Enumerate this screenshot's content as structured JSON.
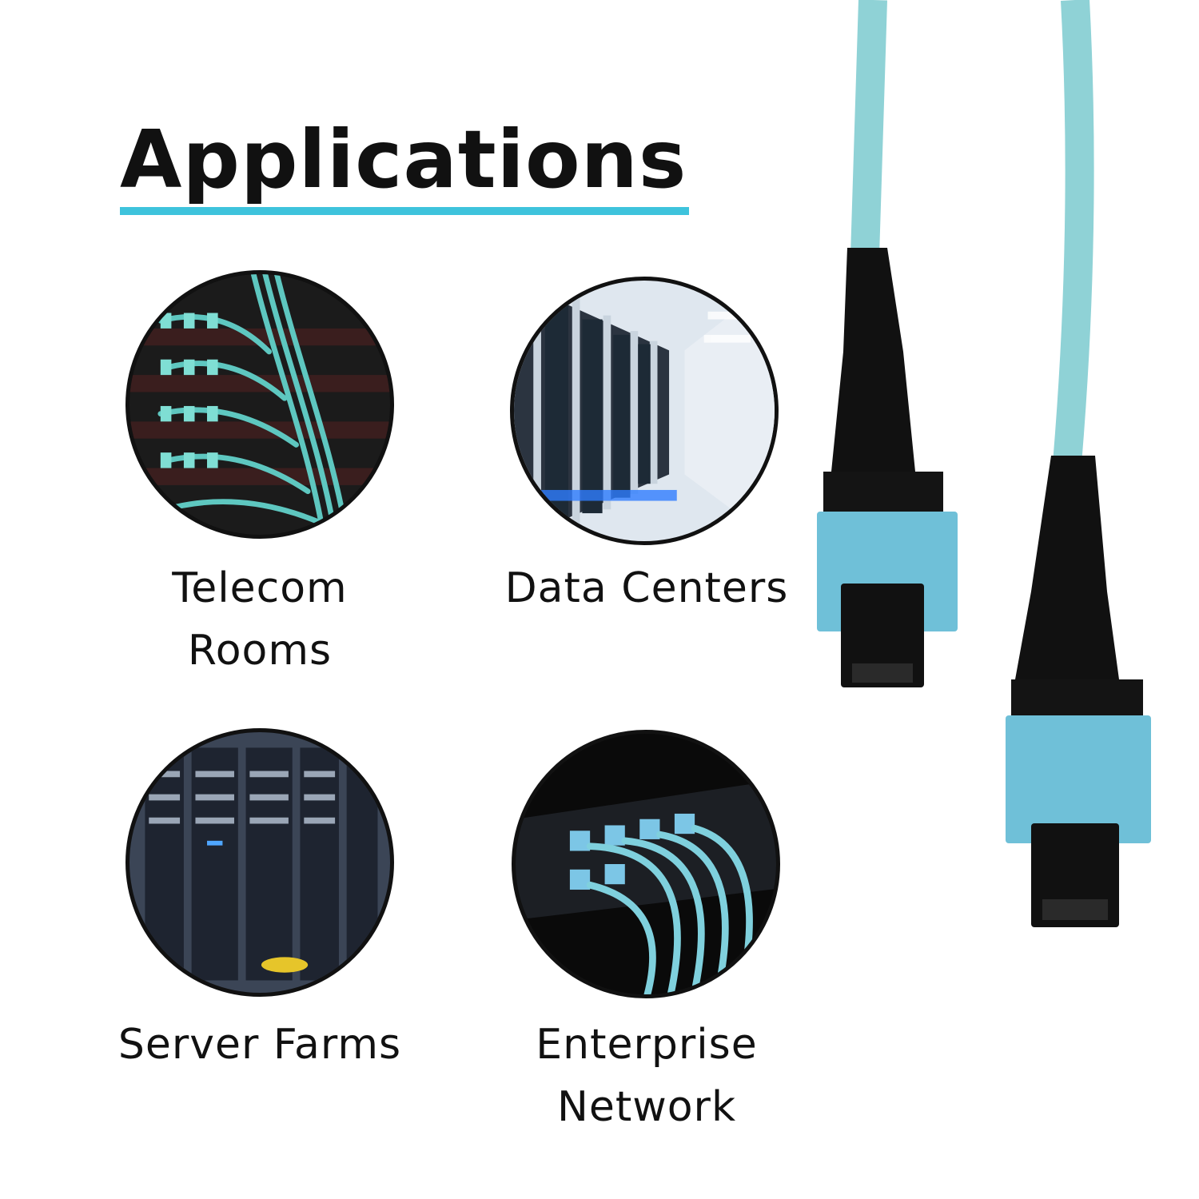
{
  "heading": "Applications",
  "applications": [
    {
      "line1": "Telecom",
      "line2": "Rooms",
      "icon": "telecom-rack-photo"
    },
    {
      "line1": "Data Centers",
      "line2": "",
      "icon": "data-center-aisle-photo"
    },
    {
      "line1": "Server Farms",
      "line2": "",
      "icon": "server-rack-photo"
    },
    {
      "line1": "Enterprise",
      "line2": "Network",
      "icon": "patch-panel-photo"
    }
  ],
  "colors": {
    "accent": "#3ec3dc",
    "cable": "#8fd2d6",
    "connector": "#6fc0d8",
    "text": "#111111"
  }
}
